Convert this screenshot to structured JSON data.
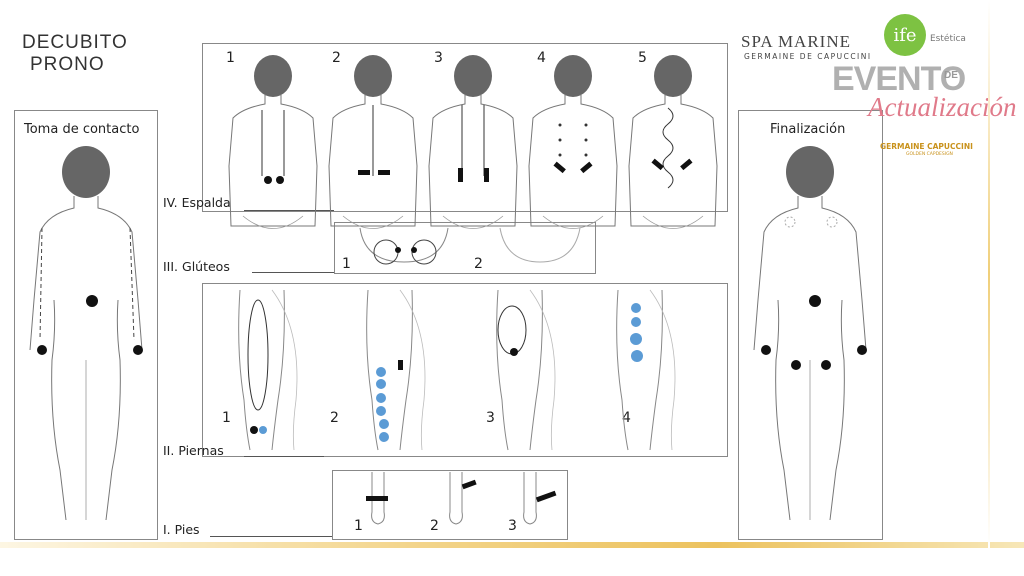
{
  "title": {
    "line1": "DECUBITO",
    "line2": "PRONO"
  },
  "left_panel": {
    "label": "Toma de contacto"
  },
  "right_panel": {
    "label": "Finalización"
  },
  "brand": {
    "spa": "SPA MARINE",
    "spa_sub": "GERMAINE DE CAPUCCINI",
    "ife": "ife",
    "estetica": "Estética",
    "evento": "EVENTO",
    "de": "DE",
    "actualizacion": "Actualización",
    "gc": "GERMAINE CAPUCCINI",
    "gc_sub": "GOLDEN CAPDESIGN"
  },
  "sections": {
    "espalda": {
      "label": "IV. Espalda",
      "steps": [
        "1",
        "2",
        "3",
        "4",
        "5"
      ]
    },
    "gluteos": {
      "label": "III. Glúteos",
      "steps": [
        "1",
        "2"
      ]
    },
    "piernas": {
      "label": "II. Piernas",
      "steps": [
        "1",
        "2",
        "3",
        "4"
      ]
    },
    "pies": {
      "label": "I. Pies",
      "steps": [
        "1",
        "2",
        "3"
      ]
    }
  },
  "colors": {
    "accent_blue": "#5b9bd5",
    "gold": "#ecc25e",
    "brand_green": "#7dc242",
    "brand_pink": "#e07a8a"
  },
  "icons": {
    "massage_point": "filled-circle",
    "direction": "arrow",
    "hand": "hand-stroke"
  }
}
